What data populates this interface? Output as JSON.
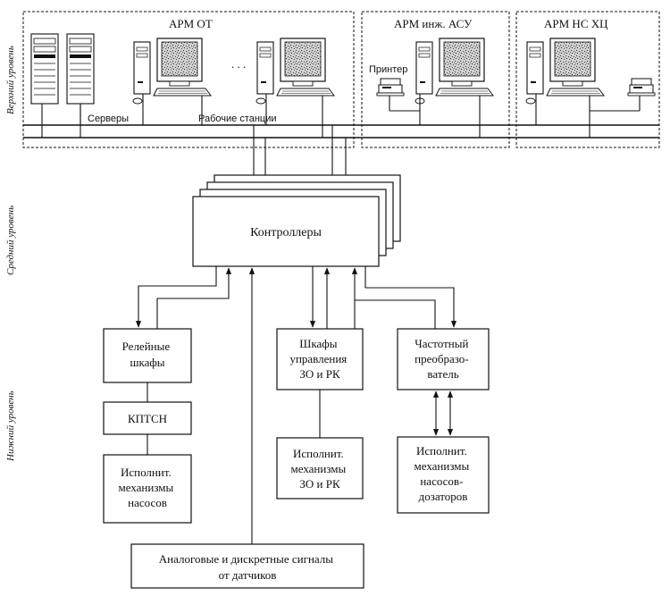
{
  "levels": {
    "upper": "Верхний уровень",
    "middle": "Средний уровень",
    "lower": "Нижний уровень"
  },
  "groups": {
    "arm_ot": "АРМ ОТ",
    "arm_asu": "АРМ инж. АСУ",
    "arm_ns": "АРМ НС ХЦ"
  },
  "labels": {
    "servers": "Серверы",
    "workstations": "Рабочие станции",
    "printer": "Принтер",
    "ellipsis": ". . ."
  },
  "controllers": "Контроллеры",
  "blocks": {
    "relay": [
      "Релейные",
      "шкафы"
    ],
    "kptsn": [
      "КПТСН"
    ],
    "actuators_pumps": [
      "Исполнит.",
      "механизмы",
      "насосов"
    ],
    "cabinets": [
      "Шкафы",
      "управления",
      "ЗО и РК"
    ],
    "actuators_zo": [
      "Исполнит.",
      "механизмы",
      "ЗО и РК"
    ],
    "freq": [
      "Частотный",
      "преобразо-",
      "ватель"
    ],
    "actuators_dosing": [
      "Исполнит.",
      "механизмы",
      "насосов-",
      "дозаторов"
    ],
    "signals": [
      "Аналоговые и дискретные сигналы",
      "от датчиков"
    ]
  }
}
